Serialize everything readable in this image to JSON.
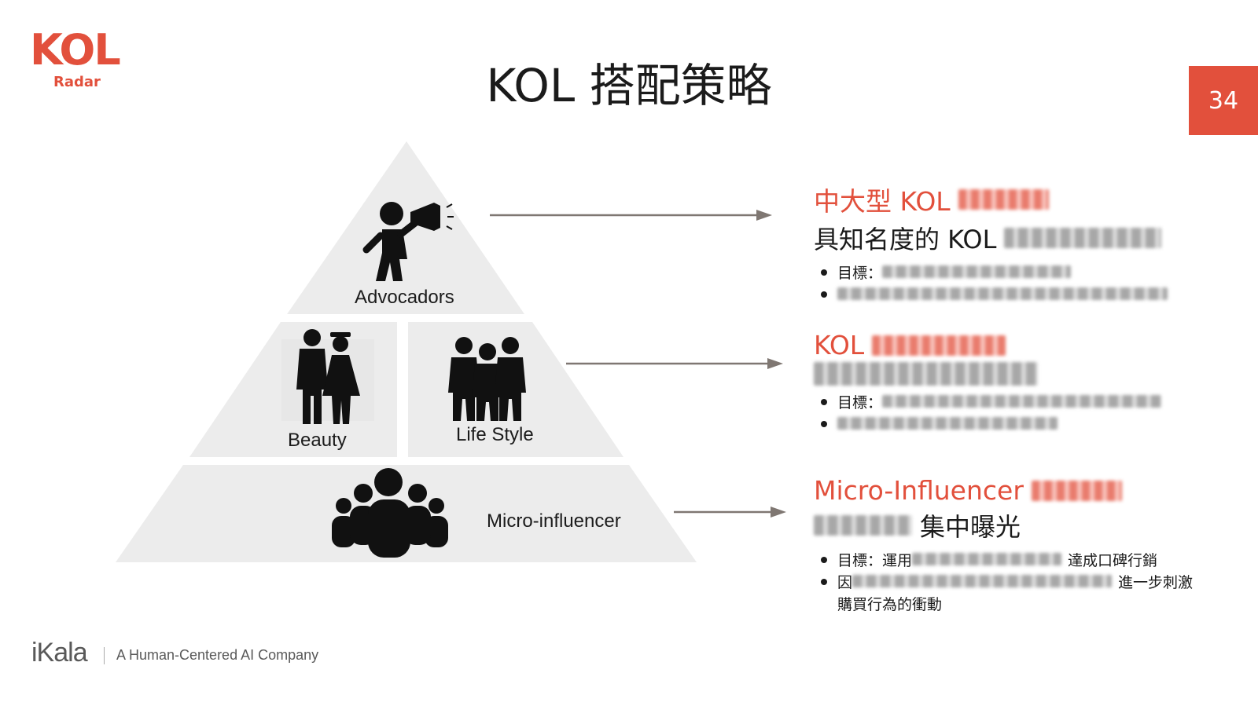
{
  "logo": {
    "word": "KOL",
    "sub": "Radar"
  },
  "title": "KOL 搭配策略",
  "page_number": "34",
  "pyramid": {
    "tier1_label": "Advocadors",
    "tier2_left_label": "Beauty",
    "tier2_right_label": "Life Style",
    "tier3_label": "Micro-influencer"
  },
  "blocks": [
    {
      "heading": "中大型 KOL",
      "sub": "具知名度的 KOL",
      "bullet1_prefix": "目標：",
      "bullet2_prefix": ""
    },
    {
      "heading": "KOL",
      "sub": "",
      "bullet1_prefix": "目標：",
      "bullet2_prefix": ""
    },
    {
      "heading": "Micro-Influencer",
      "sub": "集中曝光",
      "bullet1_prefix": "目標：運用",
      "bullet1_suffix": "達成口碑行銷",
      "bullet2_prefix": "因",
      "bullet2_suffix": "進一步刺激",
      "bullet2_wrap": "購買行為的衝動"
    }
  ],
  "footer": {
    "brand": "iKala",
    "tagline": "A Human-Centered AI Company"
  },
  "colors": {
    "accent": "#e2503c",
    "pyramid_fill": "#ececec",
    "arrow": "#7f7772"
  }
}
